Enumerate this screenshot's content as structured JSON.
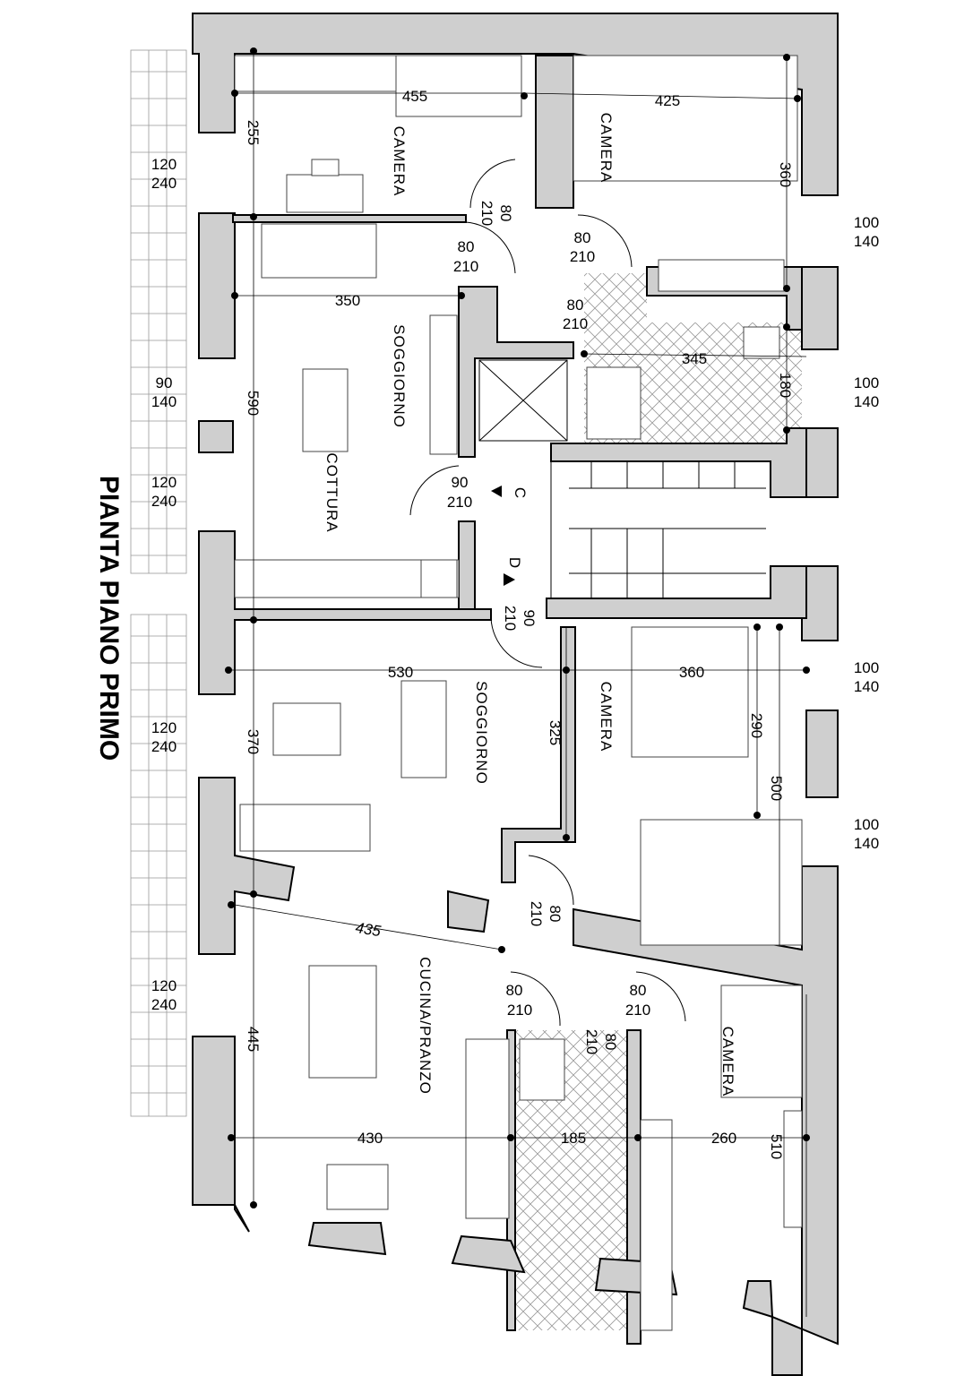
{
  "title": "PIANTA PIANO PRIMO",
  "rooms": [
    "CAMERA",
    "CAMERA",
    "SOGGIORNO",
    "COTTURA",
    "SOGGIORNO",
    "CAMERA",
    "CUCINA/PRANZO",
    "CAMERA"
  ],
  "dimensions": [
    "455",
    "425",
    "255",
    "360",
    "350",
    "590",
    "345",
    "180",
    "530",
    "360",
    "370",
    "325",
    "290",
    "500",
    "435",
    "445",
    "430",
    "185",
    "260",
    "510"
  ],
  "windows": [
    {
      "w": "120",
      "h": "240"
    },
    {
      "w": "100",
      "h": "140"
    },
    {
      "w": "90",
      "h": "140"
    },
    {
      "w": "100",
      "h": "140"
    },
    {
      "w": "120",
      "h": "240"
    },
    {
      "w": "100",
      "h": "140"
    },
    {
      "w": "120",
      "h": "240"
    },
    {
      "w": "100",
      "h": "140"
    },
    {
      "w": "120",
      "h": "240"
    }
  ],
  "doors": [
    {
      "w": "80",
      "h": "210"
    },
    {
      "w": "80",
      "h": "210"
    },
    {
      "w": "80",
      "h": "210"
    },
    {
      "w": "80",
      "h": "210"
    },
    {
      "w": "90",
      "h": "210"
    },
    {
      "w": "90",
      "h": "210"
    },
    {
      "w": "80",
      "h": "210"
    },
    {
      "w": "80",
      "h": "210"
    },
    {
      "w": "80",
      "h": "210"
    },
    {
      "w": "80",
      "h": "210"
    }
  ],
  "section_markers": [
    "C",
    "D"
  ]
}
